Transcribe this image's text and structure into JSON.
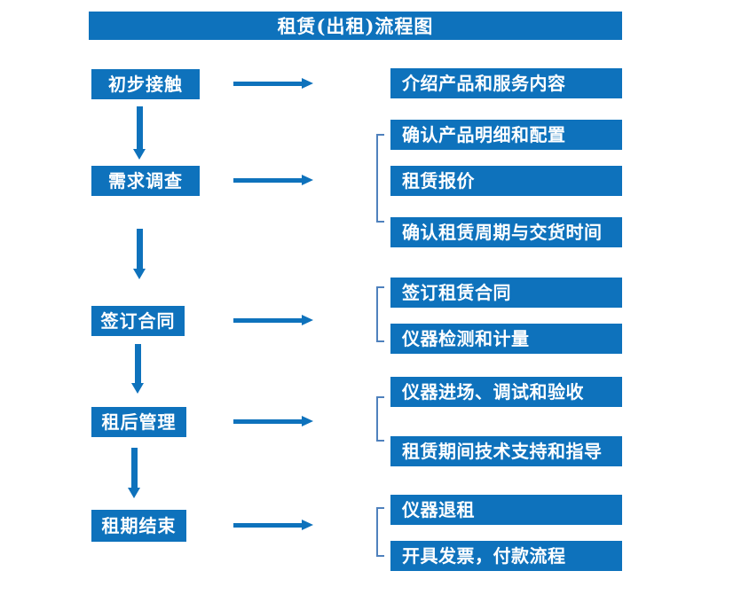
{
  "title": "租赁(出租)流程图",
  "colors": {
    "box_blue": "#0e72bc",
    "bracket_blue": "#4f81bd",
    "text_white": "#ffffff"
  },
  "steps": [
    {
      "label": "初步接触",
      "outputs": [
        "介绍产品和服务内容"
      ]
    },
    {
      "label": "需求调查",
      "outputs": [
        "确认产品明细和配置",
        "租赁报价",
        "确认租赁周期与交货时间"
      ]
    },
    {
      "label": "签订合同",
      "outputs": [
        "签订租赁合同",
        "仪器检测和计量"
      ]
    },
    {
      "label": "租后管理",
      "outputs": [
        "仪器进场、调试和验收",
        "租赁期间技术支持和指导"
      ]
    },
    {
      "label": "租期结束",
      "outputs": [
        "仪器退租",
        "开具发票，付款流程"
      ]
    }
  ]
}
